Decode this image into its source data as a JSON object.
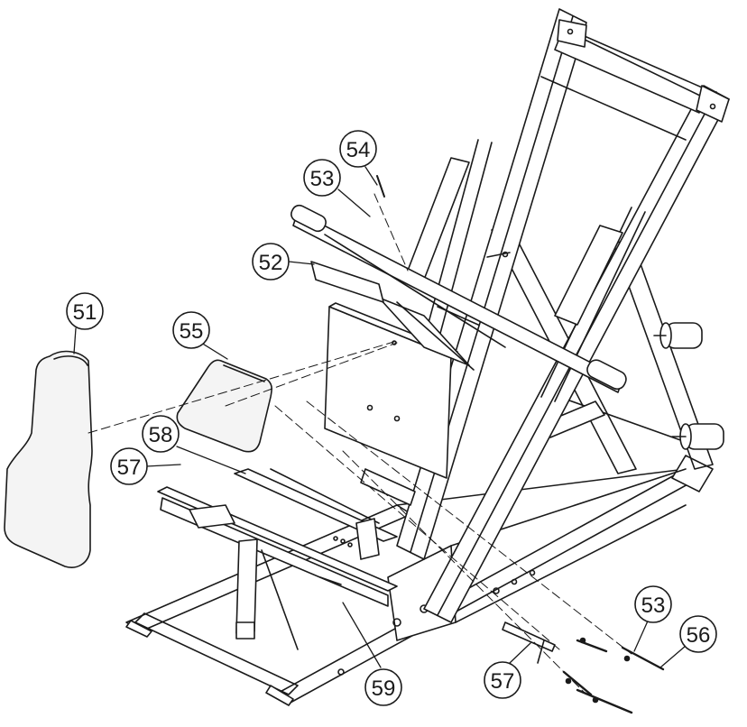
{
  "callouts": [
    {
      "id": "c51",
      "label": "51"
    },
    {
      "id": "c55",
      "label": "55"
    },
    {
      "id": "c52",
      "label": "52"
    },
    {
      "id": "c53a",
      "label": "53"
    },
    {
      "id": "c54",
      "label": "54"
    },
    {
      "id": "c58",
      "label": "58"
    },
    {
      "id": "c57a",
      "label": "57"
    },
    {
      "id": "c59",
      "label": "59"
    },
    {
      "id": "c57b",
      "label": "57"
    },
    {
      "id": "c53b",
      "label": "53"
    },
    {
      "id": "c56",
      "label": "56"
    }
  ],
  "colors": {
    "line": "#1a1a1a",
    "background": "#ffffff",
    "pad_fill": "#f4f4f4"
  }
}
